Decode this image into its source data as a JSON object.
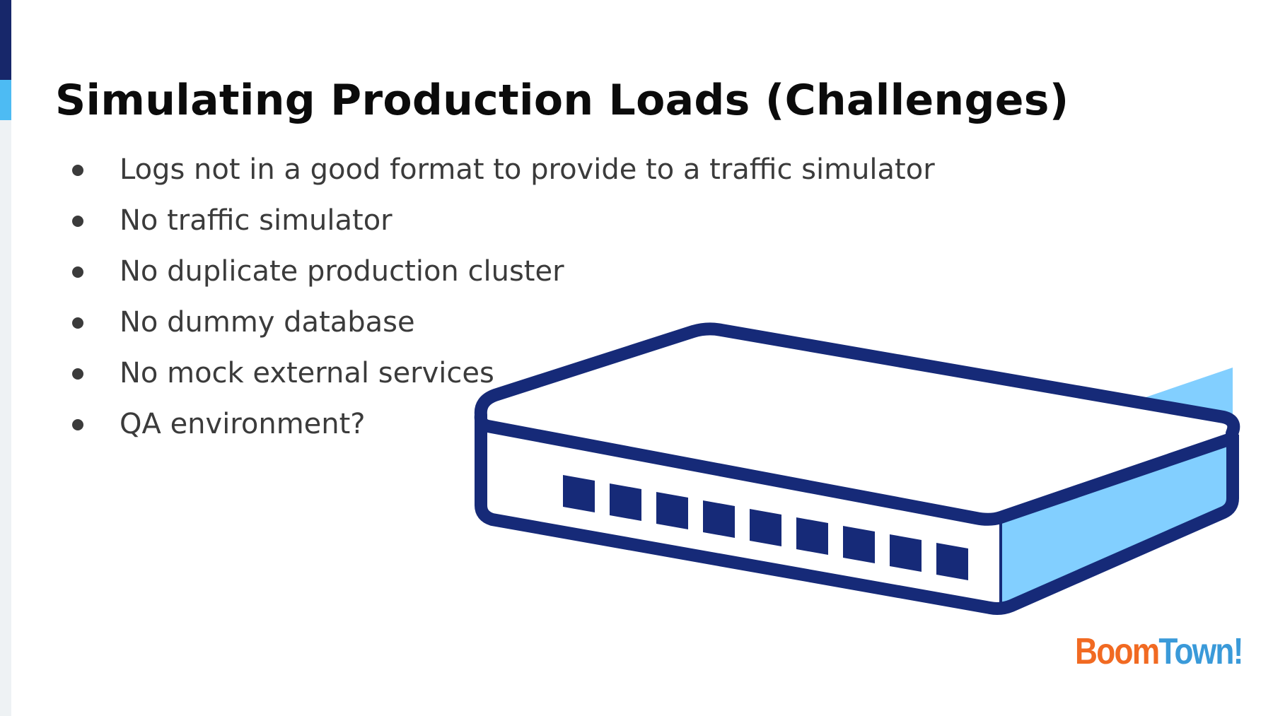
{
  "slide": {
    "title": "Simulating Production Loads (Challenges)",
    "bullets": [
      "Logs not in a good format to provide to a traffic simulator",
      "No traffic simulator",
      "No duplicate production cluster",
      "No dummy database",
      "No mock external services",
      "QA environment?"
    ]
  },
  "illustration": {
    "icon": "network-switch-icon",
    "port_count": 9,
    "colors": {
      "outline": "#162a78",
      "side": "#82cfff",
      "body": "#ffffff"
    }
  },
  "logo": {
    "part1": "Boom",
    "part2": "Town!",
    "colors": {
      "boom": "#f16a22",
      "town": "#3a9ad9"
    }
  },
  "accent": {
    "dark": "#17276a",
    "light": "#4dbbf3",
    "sidebar": "#eef2f4"
  }
}
